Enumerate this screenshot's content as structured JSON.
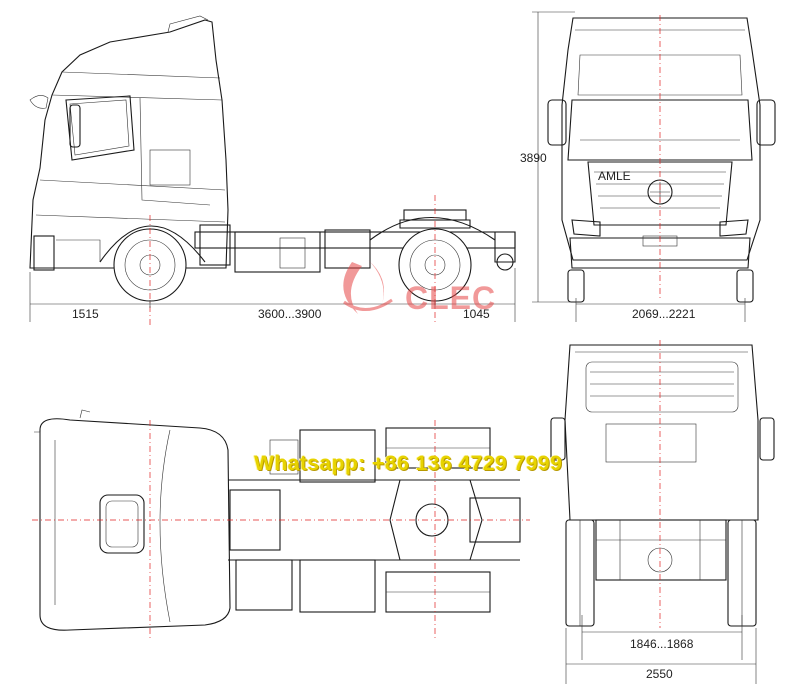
{
  "side_view": {
    "dim_front_overhang": "1515",
    "dim_wheelbase": "3600...3900",
    "dim_rear_overhang": "1045"
  },
  "front_view": {
    "dim_height": "3890",
    "dim_track": "2069...2221",
    "badge_text": "AMLE"
  },
  "rear_view": {
    "dim_track": "1846...1868",
    "dim_width": "2550"
  },
  "watermark": {
    "brand": "CLEC",
    "phone": "Whatsapp: +86 136 4729 7999"
  },
  "colors": {
    "line": "#1a1a1a",
    "centerline": "#e02020",
    "watermark_text": "#e7d300",
    "logo": "#e64646"
  }
}
